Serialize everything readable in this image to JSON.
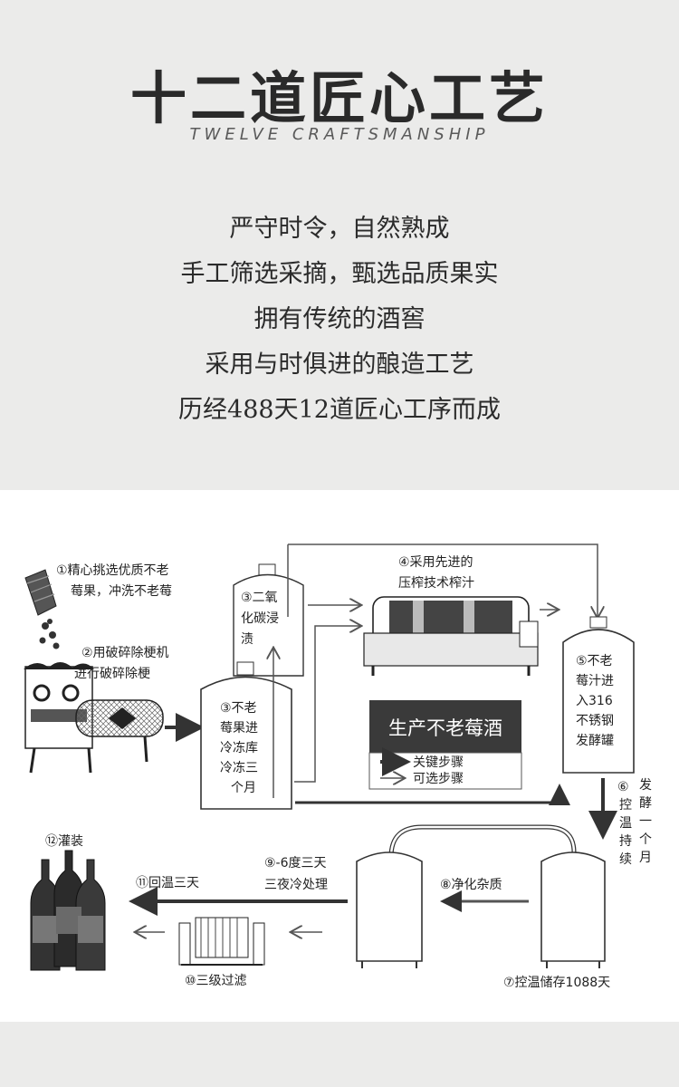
{
  "header": {
    "title": "十二道匠心工艺",
    "subtitle": "TWELVE CRAFTSMANSHIP",
    "lines": [
      "严守时令，自然熟成",
      "手工筛选采摘，甄选品质果实",
      "拥有传统的酒窖",
      "采用与时俱进的酿造工艺",
      "历经488天12道匠心工序而成"
    ]
  },
  "diagram": {
    "center_title": "生产不老莓酒",
    "legend": {
      "key": "关键步骤",
      "optional": "可选步骤"
    },
    "steps": {
      "s1": [
        "①精心挑选优质不老",
        "莓果，冲洗不老莓"
      ],
      "s2": [
        "②用破碎除梗机",
        "进行破碎除梗"
      ],
      "s3a": [
        "③二氧",
        "化碳浸",
        "渍"
      ],
      "s3b": [
        "③不老",
        "莓果进",
        "冷冻库",
        "冷冻三",
        "个月"
      ],
      "s4": [
        "④采用先进的",
        "压榨技术榨汁"
      ],
      "s5": [
        "⑤不老",
        "莓汁进",
        "入316",
        "不锈钢",
        "发酵罐"
      ],
      "s6": [
        "⑥",
        "控",
        "温",
        "持",
        "续"
      ],
      "s6b": [
        "发",
        "酵",
        "一",
        "个",
        "月"
      ],
      "s7": "⑦控温储存1088天",
      "s8": "⑧净化杂质",
      "s9": [
        "⑨-6度三天",
        "三夜冷处理"
      ],
      "s10": "⑩三级过滤",
      "s11": "⑪回温三天",
      "s12": "⑫灌装"
    }
  },
  "colors": {
    "panel": "#ebebea",
    "title_box": "#3a3a3a",
    "ink": "#222222"
  }
}
